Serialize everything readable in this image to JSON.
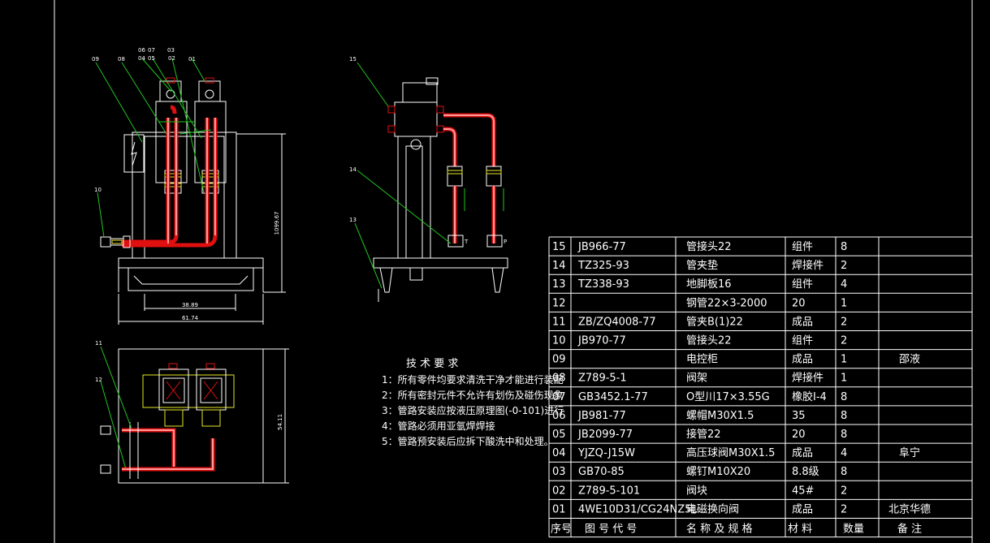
{
  "front_view": {
    "balloons": [
      "09",
      "08",
      "06",
      "07",
      "04",
      "05",
      "03",
      "02",
      "01",
      "10"
    ],
    "dim_height": "1099.67",
    "dim_inner": "38.89",
    "dim_outer": "61.74"
  },
  "side_view": {
    "balloons": [
      "15",
      "14",
      "13"
    ],
    "port_t": "T",
    "port_p": "P"
  },
  "top_view": {
    "balloons": [
      "11",
      "12"
    ],
    "dim_depth": "54.11"
  },
  "tech_notes": {
    "title": "技 术 要 求",
    "lines": [
      "1：所有零件均要求清洗干净才能进行装配",
      "2：所有密封元件不允许有划伤及碰伤现象",
      "3：管路安装应按液压原理图(-0-101)进行",
      "4：管路必须用亚氩焊焊接",
      "5：管路预安装后应拆下酸洗中和处理。"
    ]
  },
  "bom": {
    "rows": [
      [
        "15",
        "JB966-77",
        "管接头22",
        "组件",
        "8",
        ""
      ],
      [
        "14",
        "TZ325-93",
        "管夹垫",
        "焊接件",
        "2",
        ""
      ],
      [
        "13",
        "TZ338-93",
        "地脚板16",
        "组件",
        "4",
        ""
      ],
      [
        "12",
        "",
        "钢管22×3-2000",
        "20",
        "1",
        ""
      ],
      [
        "11",
        "ZB/ZQ4008-77",
        "管夹B(1)22",
        "成品",
        "2",
        ""
      ],
      [
        "10",
        "JB970-77",
        "管接头22",
        "组件",
        "2",
        ""
      ],
      [
        "09",
        "",
        "电控柜",
        "成品",
        "1",
        "邵液"
      ],
      [
        "08",
        "Z789-5-1",
        "阀架",
        "焊接件",
        "1",
        ""
      ],
      [
        "07",
        "GB3452.1-77",
        "O型川17×3.55G",
        "橡胶I-4",
        "8",
        ""
      ],
      [
        "06",
        "JB981-77",
        "螺帽M30X1.5",
        "35",
        "8",
        ""
      ],
      [
        "05",
        "JB2099-77",
        "接管22",
        "20",
        "8",
        ""
      ],
      [
        "04",
        "YJZQ-J15W",
        "高压球阀M30X1.5",
        "成品",
        "4",
        "阜宁"
      ],
      [
        "03",
        "GB70-85",
        "螺钉M10X20",
        "8.8级",
        "8",
        ""
      ],
      [
        "02",
        "Z789-5-101",
        "阀块",
        "45#",
        "2",
        ""
      ],
      [
        "01",
        "4WE10D31/CG24NZ5L",
        "电磁换向阀",
        "成品",
        "2",
        "北京华德"
      ]
    ],
    "header": [
      "序号",
      "图 号 代 号",
      "名 称 及 规 格",
      "材  料",
      "数量",
      "备  注"
    ]
  },
  "colors": {
    "background": "#000000",
    "outline": "#ffffff",
    "leader": "#21c321",
    "pipe": "#e01010",
    "hatch": "#e6e62a"
  }
}
